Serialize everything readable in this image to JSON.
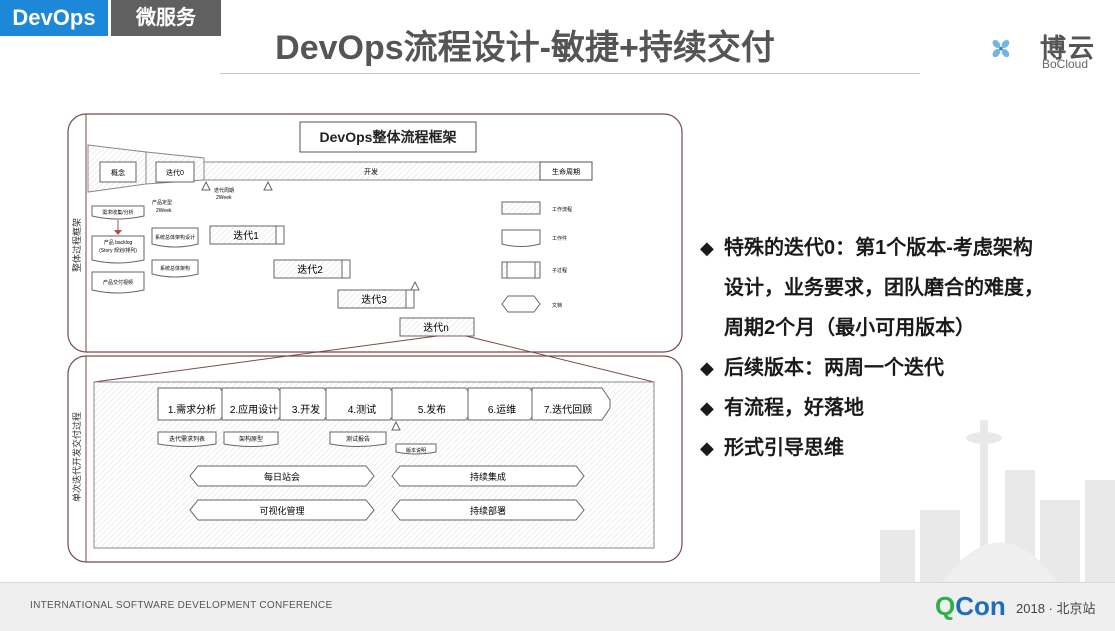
{
  "header": {
    "tag_primary": "DevOps",
    "tag_secondary": "微服务",
    "title": "DevOps流程设计-敏捷+持续交付"
  },
  "logo": {
    "cn": "博云",
    "en": "BoCloud"
  },
  "diagram": {
    "title": "DevOps整体流程框架",
    "side_label_top": "整体过程框架",
    "side_label_bottom": "单次迭代开发交付过程",
    "funnel": {
      "concept": "概念",
      "iter0": "迭代0",
      "dev": "开发",
      "lifecycle": "生命周期"
    },
    "small_notes": [
      "迭代周期",
      "2Week",
      "产品定型",
      "2Week"
    ],
    "left_tasks": [
      "需求收集/分析",
      "产品 backlog",
      "(Story 规划/排列)",
      "产品交付视频"
    ],
    "mid_tasks": [
      "系统总体架构设计",
      "系统总体架构"
    ],
    "iterations": [
      "迭代1",
      "迭代2",
      "迭代3",
      "迭代n"
    ],
    "legend": [
      "工作流程",
      "工作件",
      "子过程",
      "文档"
    ],
    "phases": [
      "1.需求分析",
      "2.应用设计",
      "3.开发",
      "4.测试",
      "5.发布",
      "6.运维",
      "7.迭代回顾"
    ],
    "phase_docs": [
      "迭代需求列表",
      "架构原型",
      "测试报告",
      "版本说明"
    ],
    "practices": [
      "每日站会",
      "持续集成",
      "可视化管理",
      "持续部署"
    ]
  },
  "bullets": [
    {
      "line1": "特殊的迭代0：第1个版本-考虑架构",
      "line2": "设计，业务要求，团队磨合的难度，",
      "line3": "周期2个月（最小可用版本）"
    },
    {
      "line1": "后续版本：两周一个迭代"
    },
    {
      "line1": "有流程，好落地"
    },
    {
      "line1": "形式引导思维"
    }
  ],
  "footer": {
    "conference": "INTERNATIONAL SOFTWARE DEVELOPMENT CONFERENCE",
    "qcon_q": "Q",
    "qcon_rest": "Con",
    "year": "2018 · 北京站"
  },
  "colors": {
    "accent": "#1e88d8",
    "tag_gray": "#606060",
    "qcon_green": "#2db14a",
    "qcon_blue": "#1e6fb8",
    "diagram_border": "#7a4a4a"
  }
}
